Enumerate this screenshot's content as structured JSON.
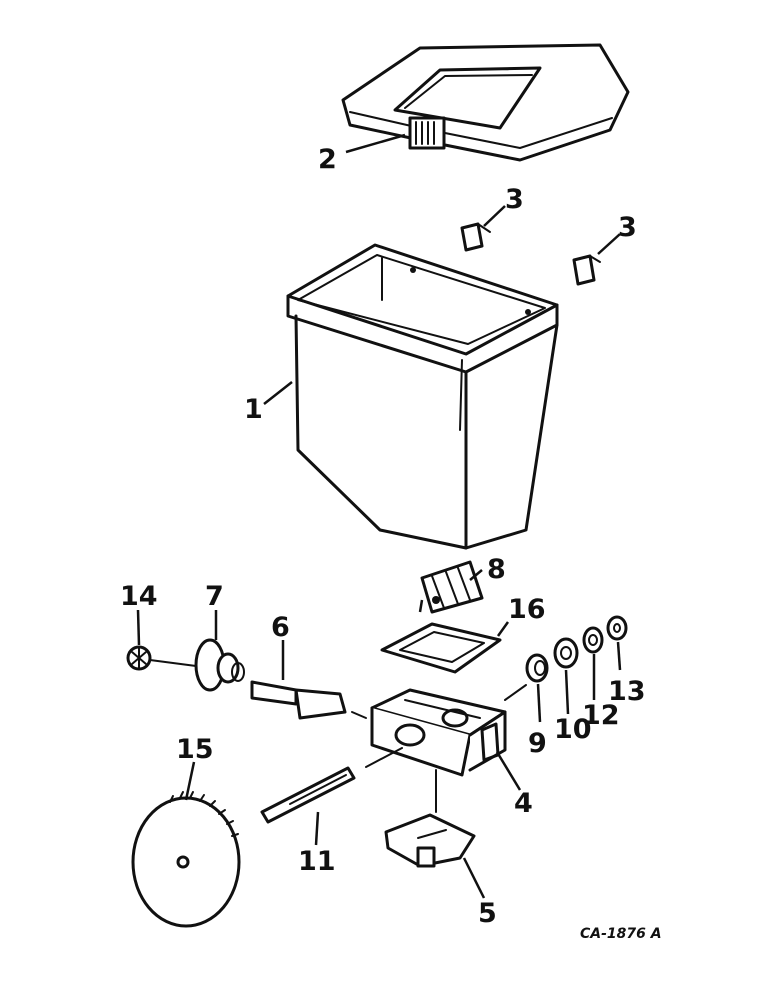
{
  "labels": {
    "p1": "1",
    "p2": "2",
    "p3a": "3",
    "p3b": "3",
    "p4": "4",
    "p5": "5",
    "p6": "6",
    "p7": "7",
    "p8": "8",
    "p9": "9",
    "p10": "10",
    "p11": "11",
    "p12": "12",
    "p13": "13",
    "p14": "14",
    "p15": "15",
    "p16": "16"
  },
  "drawing_code": "CA-1876 A"
}
